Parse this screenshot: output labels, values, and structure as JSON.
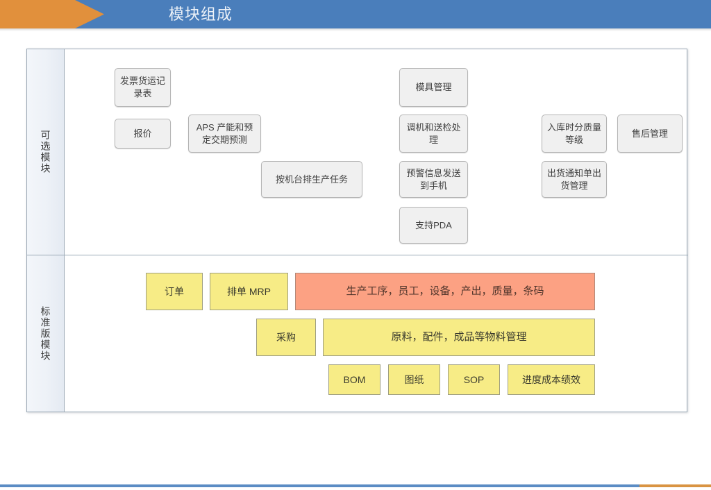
{
  "header": {
    "title": "模块组成",
    "arrow_color": "#E1903C",
    "band_color": "#4A7EBB",
    "title_color": "#EDF2F8"
  },
  "diagram": {
    "sections": [
      {
        "key": "optional",
        "label": "可选模块"
      },
      {
        "key": "standard",
        "label": "标准版模块"
      }
    ],
    "optional_modules": [
      {
        "label": "发票货运记录表"
      },
      {
        "label": "报价"
      },
      {
        "label": "APS 产能和预定交期预测"
      },
      {
        "label": "按机台排生产任务"
      },
      {
        "label": "模具管理"
      },
      {
        "label": "调机和送检处理"
      },
      {
        "label": "预警信息发送到手机"
      },
      {
        "label": "支持PDA"
      },
      {
        "label": "入库时分质量等级"
      },
      {
        "label": "售后管理"
      },
      {
        "label": "出货通知单出货管理"
      }
    ],
    "standard_modules": [
      {
        "label": "订单",
        "color": "#F7EC86"
      },
      {
        "label": "排单 MRP",
        "color": "#F7EC86"
      },
      {
        "label": "生产工序，员工，设备，产出，质量，条码",
        "color": "#FCA183"
      },
      {
        "label": "采购",
        "color": "#F7EC86"
      },
      {
        "label": "原料，配件，成品等物料管理",
        "color": "#F7EC86"
      },
      {
        "label": "BOM",
        "color": "#F7EC86"
      },
      {
        "label": "图纸",
        "color": "#F7EC86"
      },
      {
        "label": "SOP",
        "color": "#F7EC86"
      },
      {
        "label": "进度成本绩效",
        "color": "#F7EC86"
      }
    ]
  },
  "footer": {
    "bar_color": "#5B8CC4",
    "accent_color": "#D99442"
  }
}
